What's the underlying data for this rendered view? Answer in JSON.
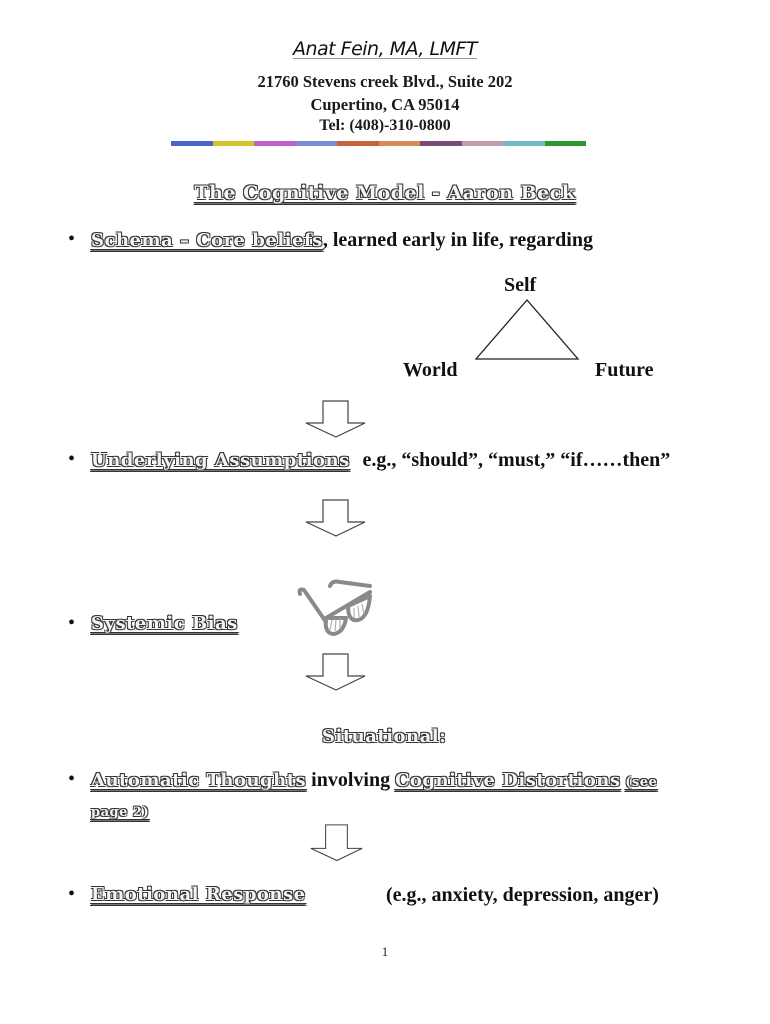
{
  "header": {
    "author": "Anat Fein, MA, LMFT",
    "address_line1": "21760 Stevens creek Blvd., Suite 202",
    "address_line2": "Cupertino, CA 95014",
    "phone": "Tel: (408)-310-0800",
    "color_bar": [
      "#4a63c9",
      "#d4c62a",
      "#c060c8",
      "#7c8ed8",
      "#c8643c",
      "#d88a58",
      "#7a4a7a",
      "#c49aac",
      "#72bcc8",
      "#2e962e"
    ]
  },
  "title": "The Cognitive Model - Aaron Beck",
  "bullet_char": "•",
  "schema": {
    "heading": "Schema – Core beliefs",
    "text": ", learned early in life, regarding",
    "triangle": {
      "top": "Self",
      "left": "World",
      "right": "Future"
    }
  },
  "assumptions": {
    "heading": "Underlying Assumptions",
    "text": "e.g., “should”, “must,” “if……then”"
  },
  "bias": {
    "heading": "Systemic Bias",
    "icon": "glasses-icon"
  },
  "situational_label": "Situational:",
  "automatic": {
    "heading": "Automatic Thoughts",
    "middle": " involving ",
    "heading2": "Cognitive Distortions",
    "note_line1": "(see",
    "note_line2": "page 2)"
  },
  "emotional": {
    "heading": "Emotional Response",
    "text": "(e.g., anxiety, depression, anger)"
  },
  "page_number": "1"
}
